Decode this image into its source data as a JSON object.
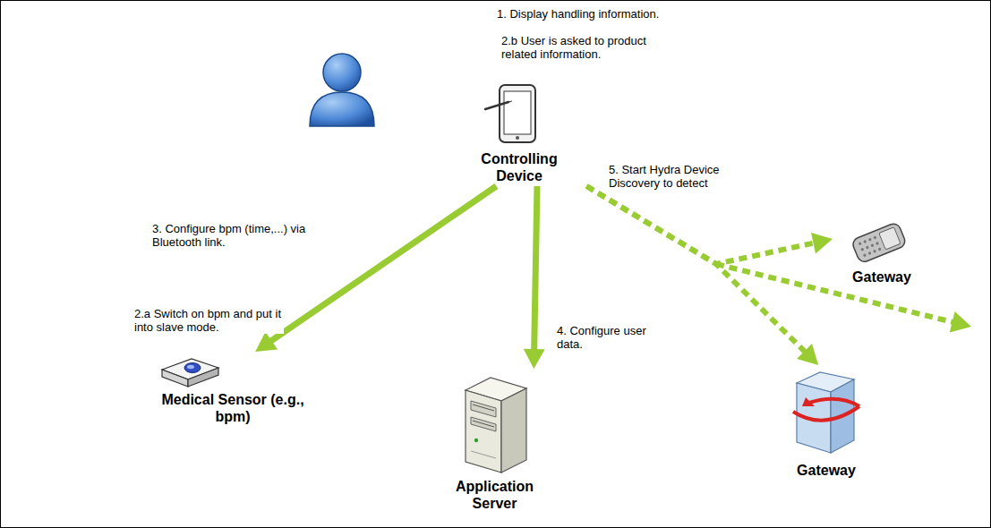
{
  "diagram": {
    "nodes": [
      {
        "text": [
          "Controlling Device"
        ]
      },
      {
        "text": [
          "Medical Sensor (e.g., bpm)"
        ]
      },
      {
        "text": [
          "Application Server"
        ]
      },
      {
        "text": [
          "Gateway"
        ]
      },
      {
        "text": [
          "Gateway"
        ]
      }
    ],
    "edges": [
      {
        "from": 0,
        "to": 1,
        "arrow": "to",
        "label": "3. Configure bpm (time,...) via Bluetooth link."
      },
      {
        "from": 0,
        "to": 2,
        "arrow": "to",
        "label": "4. Configure user data."
      },
      {
        "from": 0,
        "to": 3,
        "arrow": "to",
        "label": "5. Start Hydra Device Discovery to detect"
      },
      {
        "from": 0,
        "to": 4,
        "arrow": "to"
      }
    ],
    "labels": [
      "1. Display handling information.",
      "2.b User is asked to product related information.",
      "2.a Switch on bpm and put it into slave mode."
    ]
  }
}
